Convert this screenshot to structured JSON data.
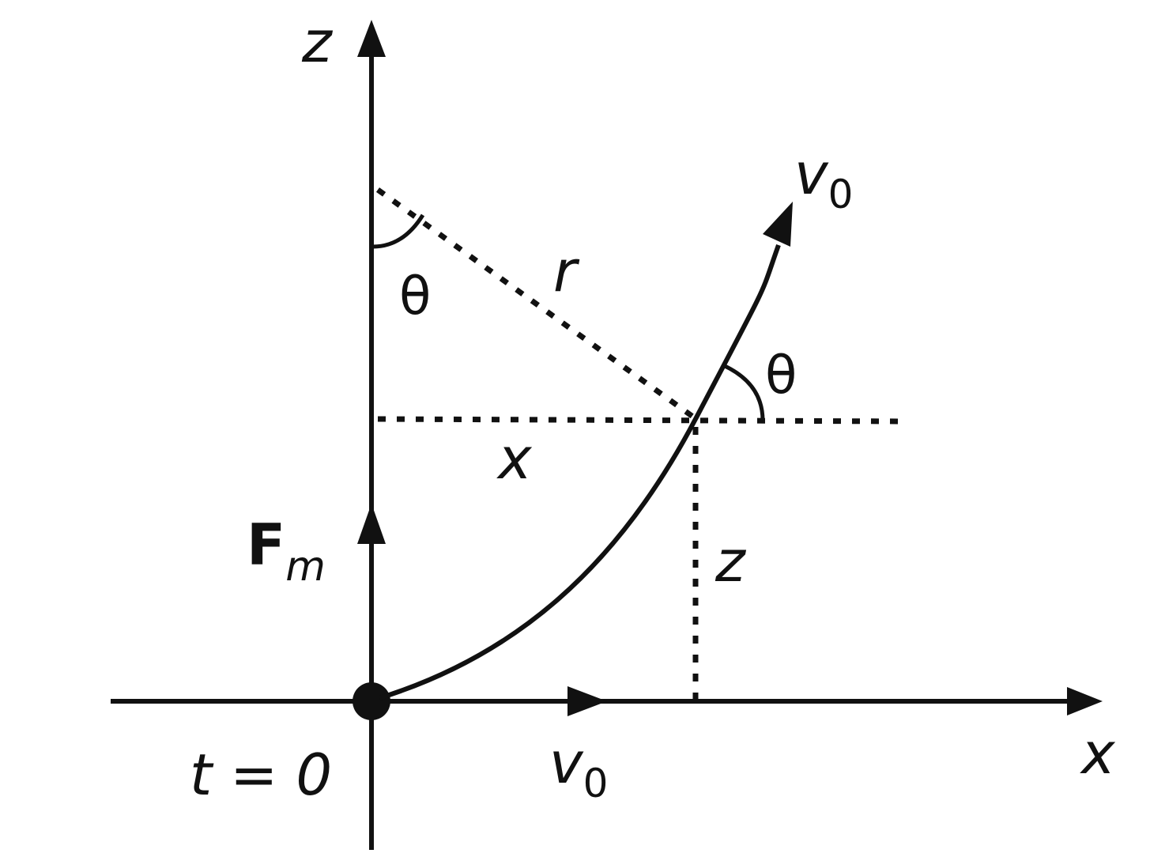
{
  "labels": {
    "z_axis": "z",
    "x_axis": "x",
    "v0_top": "v",
    "v0_top_sub": "0",
    "v0_bottom": "v",
    "v0_bottom_sub": "0",
    "r": "r",
    "theta_upper": "θ",
    "theta_right": "θ",
    "x_segment": "x",
    "z_segment": "z",
    "force": "F",
    "force_sub": "m",
    "time": "t = 0"
  },
  "colors": {
    "ink": "#111111",
    "background": "#ffffff"
  }
}
